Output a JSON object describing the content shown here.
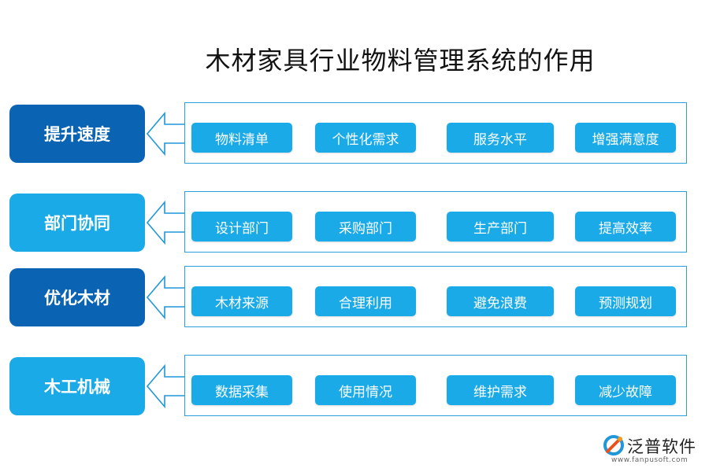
{
  "title": "木材家具行业物料管理系统的作用",
  "colors": {
    "dark_block": "#0a63b3",
    "light_block": "#1aaae8",
    "chip": "#1aaae8",
    "panel_border": "#2a9fd8",
    "arrow": "#1f97d8"
  },
  "rows": [
    {
      "category": "提升速度",
      "style": "dark",
      "items": [
        "物料清单",
        "个性化需求",
        "服务水平",
        "增强满意度"
      ]
    },
    {
      "category": "部门协同",
      "style": "light",
      "items": [
        "设计部门",
        "采购部门",
        "生产部门",
        "提高效率"
      ]
    },
    {
      "category": "优化木材",
      "style": "dark",
      "items": [
        "木材来源",
        "合理利用",
        "避免浪费",
        "预测规划"
      ]
    },
    {
      "category": "木工机械",
      "style": "light",
      "items": [
        "数据采集",
        "使用情况",
        "维护需求",
        "减少故障"
      ]
    }
  ],
  "logo": {
    "name": "泛普软件",
    "url": "www.fanpusoft.com",
    "icon": "fanpu-logo-icon"
  }
}
